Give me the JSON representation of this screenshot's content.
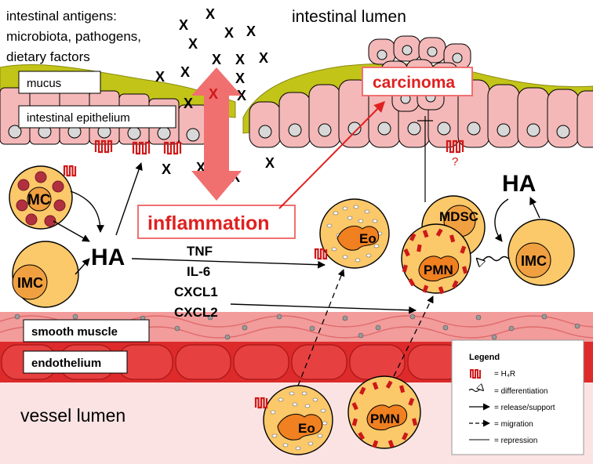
{
  "regions": {
    "intestinal_lumen": "intestinal lumen",
    "vessel_lumen": "vessel lumen",
    "antigens_line1": "intestinal antigens:",
    "antigens_line2": "microbiota, pathogens,",
    "antigens_line3": "dietary factors"
  },
  "layers": {
    "mucus": "mucus",
    "epithelium": "intestinal epithelium",
    "smooth_muscle": "smooth muscle",
    "endothelium": "endothelium"
  },
  "labels": {
    "carcinoma": "carcinoma",
    "inflammation": "inflammation",
    "ha_left": "HA",
    "ha_right": "HA",
    "question_mark": "?",
    "x_mark": "X"
  },
  "cytokines": [
    "TNF",
    "IL-6",
    "CXCL1",
    "CXCL2"
  ],
  "cells": {
    "mc": "MC",
    "imc_left": "IMC",
    "imc_right": "IMC",
    "mdsc": "MDSC",
    "pmn_tissue": "PMN",
    "pmn_vessel": "PMN",
    "eo_tissue": "Eo",
    "eo_vessel": "Eo"
  },
  "legend": {
    "title": "Legend",
    "h4r": "= H₄R",
    "differentiation": "= differentiation",
    "release": "= release/support",
    "migration": "= migration",
    "repression": "= repression"
  },
  "colors": {
    "accent_red": "#e02020",
    "inflammation_arrow": "#f07070",
    "mucus": "#c2c418",
    "epithelium_cell": "#f4b8b8",
    "cell_body": "#fbc86a",
    "cell_nucleus": "#f0a040",
    "endothelium": "#dd2a2a",
    "smooth_muscle": "#f08a8a",
    "granule": "#cc1818"
  }
}
